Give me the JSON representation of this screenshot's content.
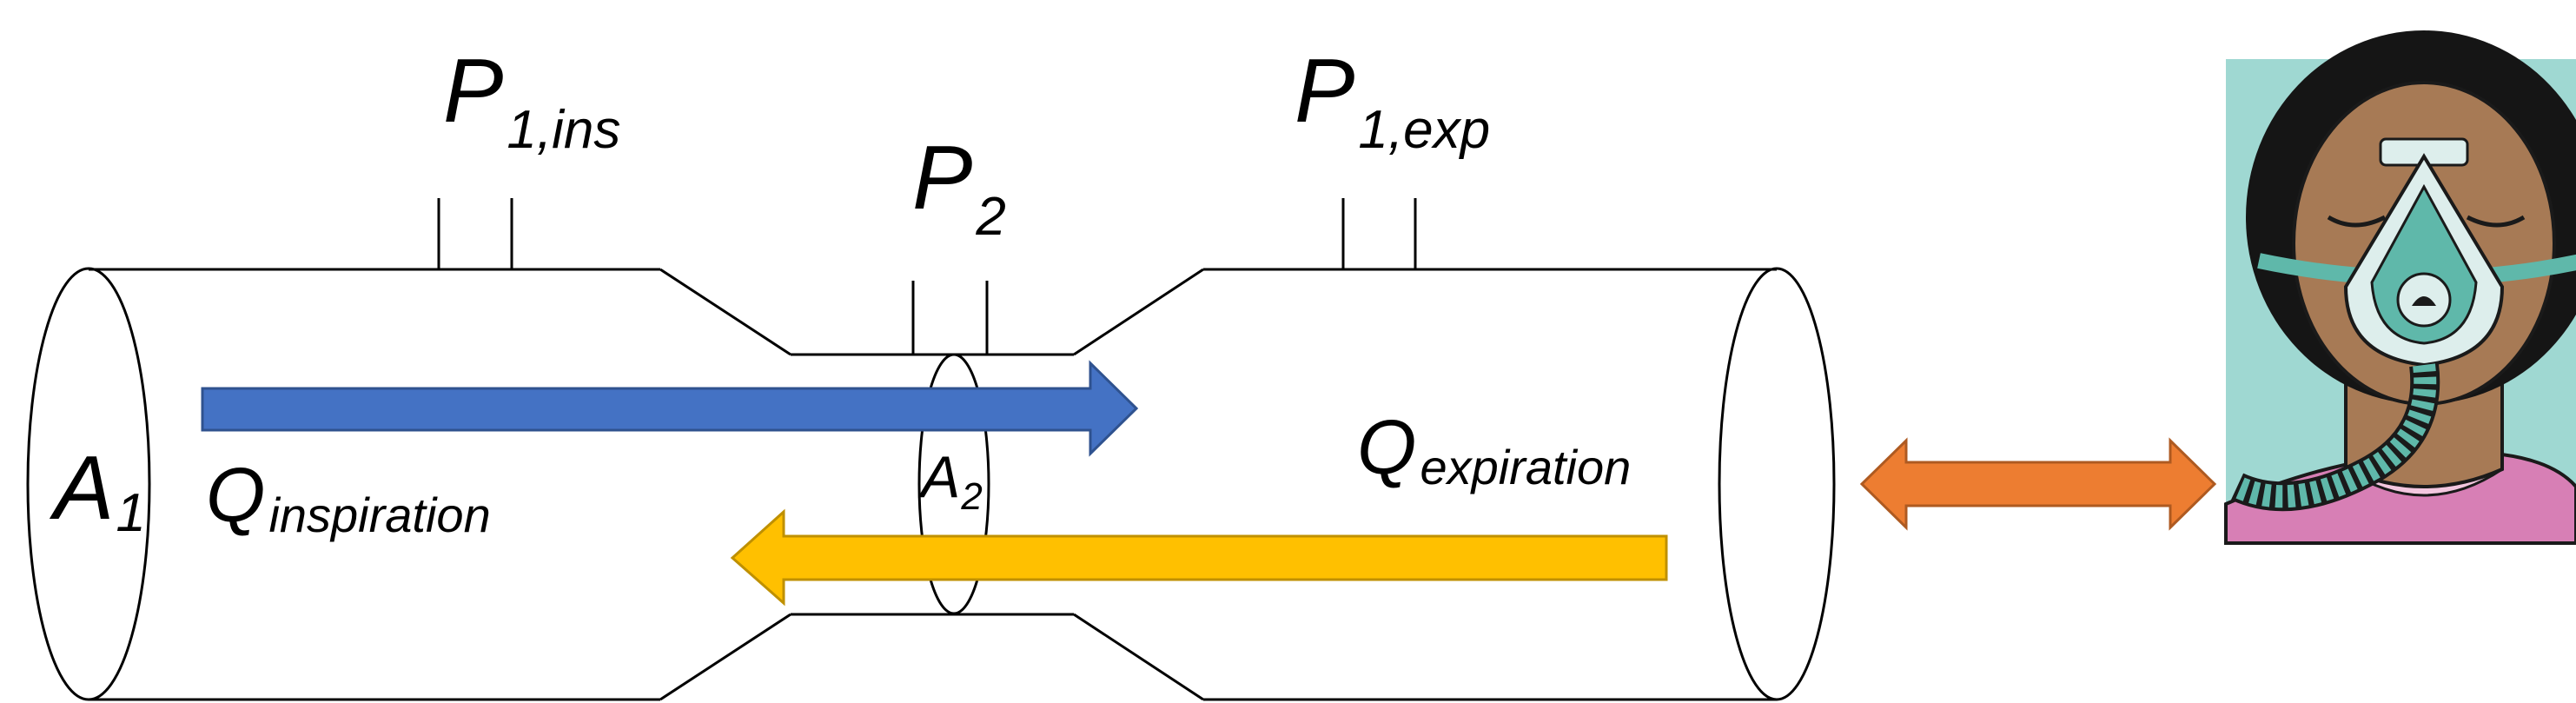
{
  "labels": {
    "p1_ins": {
      "main": "P",
      "sub": "1,ins"
    },
    "p2": {
      "main": "P",
      "sub": "2"
    },
    "p1_exp": {
      "main": "P",
      "sub": "1,exp"
    },
    "a1": {
      "main": "A",
      "sub": "1"
    },
    "a2": {
      "main": "A",
      "sub": "2"
    },
    "q_inspiration": {
      "main": "Q",
      "sub": "inspiration"
    },
    "q_expiration": {
      "main": "Q",
      "sub": "expiration"
    }
  },
  "colors": {
    "inspiration_arrow_fill": "#4472C4",
    "inspiration_arrow_stroke": "#2F528F",
    "expiration_arrow_fill": "#FFC000",
    "expiration_arrow_stroke": "#BF9000",
    "patient_arrow_fill": "#ED7D31",
    "patient_arrow_stroke": "#AE5A21",
    "patient_background": "#9FD8D2",
    "mask_color": "#5FB8AA"
  },
  "icons": {
    "patient": "patient-with-cpap-mask-icon"
  }
}
